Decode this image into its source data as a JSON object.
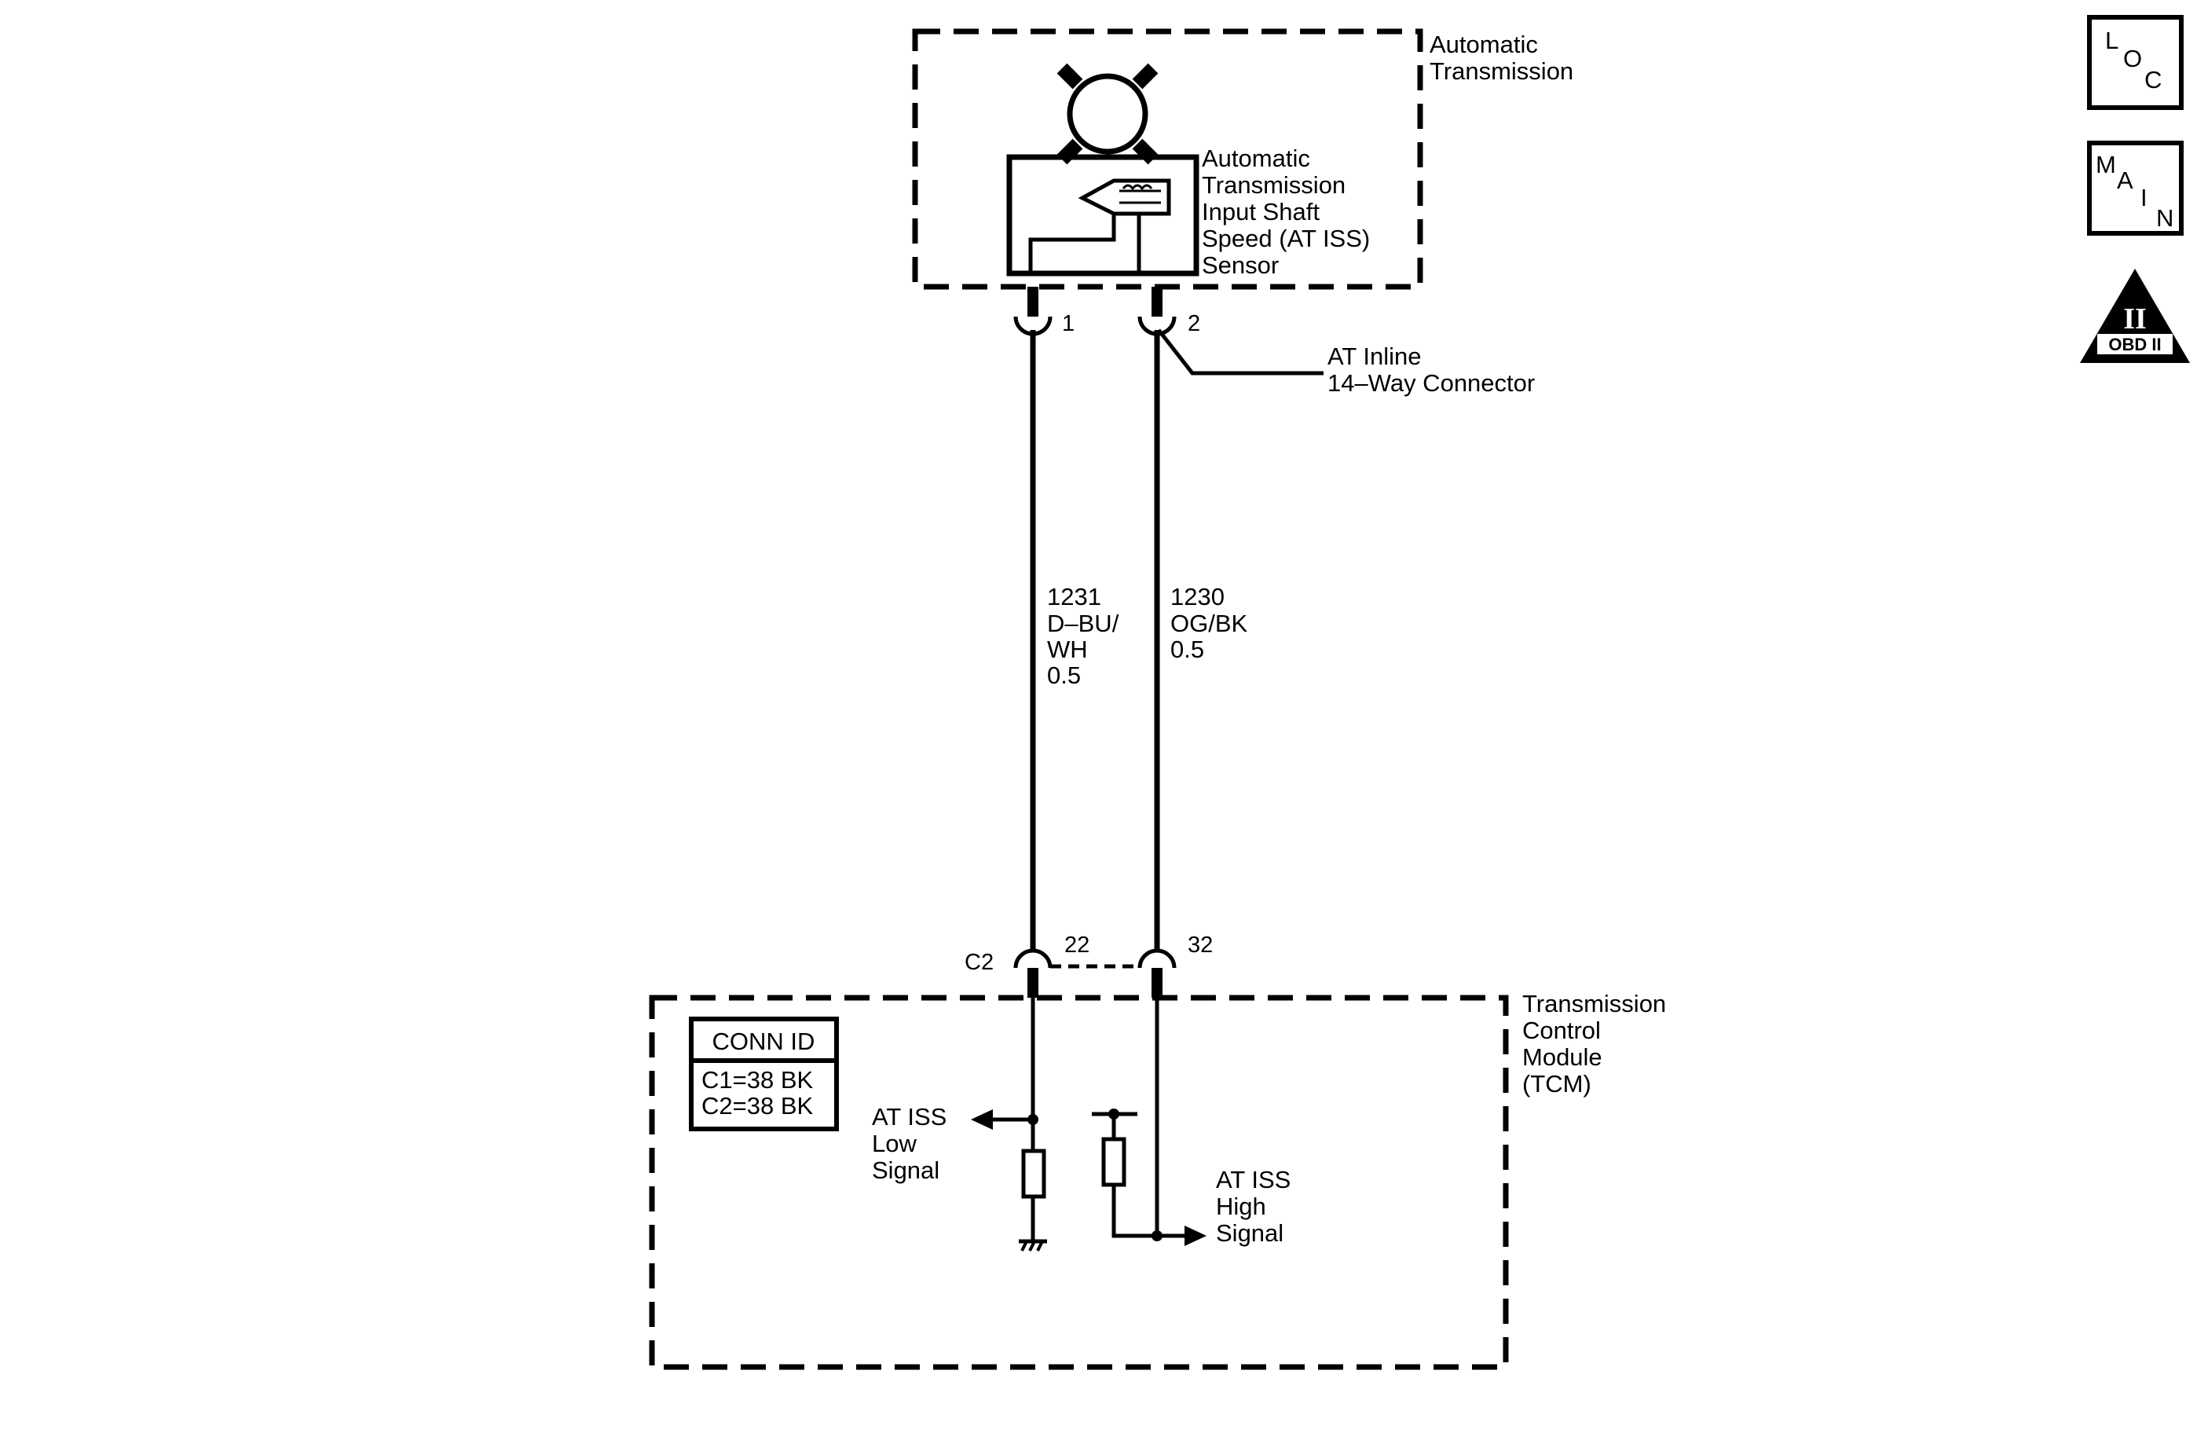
{
  "transmission_box": {
    "label_line1": "Automatic",
    "label_line2": "Transmission"
  },
  "sensor": {
    "label_lines": [
      "Automatic",
      "Transmission",
      "Input Shaft",
      "Speed (AT ISS)",
      "Sensor"
    ]
  },
  "sensor_pins": {
    "pin1": "1",
    "pin2": "2"
  },
  "inline_connector": {
    "label_line1": "AT Inline",
    "label_line2": "14–Way Connector"
  },
  "wires": [
    {
      "circuit": "1231",
      "color_line1": "D–BU/",
      "color_line2": "WH",
      "gauge": "0.5"
    },
    {
      "circuit": "1230",
      "color_line1": "OG/BK",
      "color_line2": "",
      "gauge": "0.5"
    }
  ],
  "tcm_connector": {
    "id": "C2",
    "pin_low": "22",
    "pin_high": "32"
  },
  "tcm": {
    "label_lines": [
      "Transmission",
      "Control",
      "Module",
      "(TCM)"
    ],
    "conn_id_title": "CONN ID",
    "conn_id_rows": [
      "C1=38 BK",
      "C2=38 BK"
    ],
    "low_signal": [
      "AT ISS",
      "Low",
      "Signal"
    ],
    "high_signal": [
      "AT ISS",
      "High",
      "Signal"
    ]
  },
  "side_icons": {
    "loc": [
      "L",
      "O",
      "C"
    ],
    "main": [
      "M",
      "A",
      "I",
      "N"
    ],
    "obd": {
      "numeral": "II",
      "caption": "OBD II"
    }
  }
}
